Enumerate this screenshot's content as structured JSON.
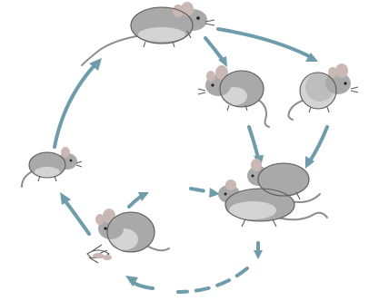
{
  "diagram": {
    "stages": [
      {
        "id": "adult-mouse",
        "kind": "adult"
      },
      {
        "id": "male-mouse",
        "kind": "male"
      },
      {
        "id": "female-mouse",
        "kind": "female"
      },
      {
        "id": "mating-mice",
        "kind": "mating"
      },
      {
        "id": "baby-mice-nest",
        "kind": "birth"
      },
      {
        "id": "young-mouse",
        "kind": "young"
      }
    ],
    "colors": {
      "arrow": "#6f9cab",
      "fur": "#a9a9a9",
      "fur_light": "#d4d4d4",
      "ear": "#c9b8b3",
      "outline": "#5a5a5a"
    }
  }
}
